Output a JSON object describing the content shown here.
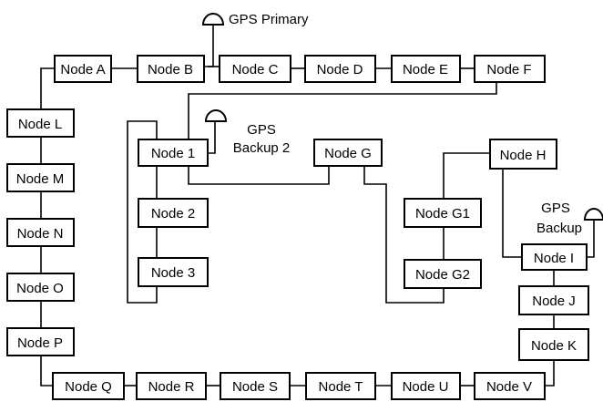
{
  "nodes": {
    "a": "Node A",
    "b": "Node B",
    "c": "Node C",
    "d": "Node D",
    "e": "Node E",
    "f": "Node F",
    "l": "Node L",
    "m": "Node M",
    "n": "Node N",
    "o": "Node O",
    "p": "Node P",
    "q": "Node Q",
    "r": "Node R",
    "s": "Node S",
    "t": "Node T",
    "u": "Node U",
    "v": "Node V",
    "n1": "Node 1",
    "n2": "Node 2",
    "n3": "Node 3",
    "g": "Node G",
    "h": "Node H",
    "g1": "Node G1",
    "g2": "Node G2",
    "i": "Node I",
    "j": "Node J",
    "k": "Node K"
  },
  "gps": {
    "primary": "GPS Primary",
    "backup2_line1": "GPS",
    "backup2_line2": "Backup 2",
    "backup_line1": "GPS",
    "backup_line2": "Backup"
  }
}
